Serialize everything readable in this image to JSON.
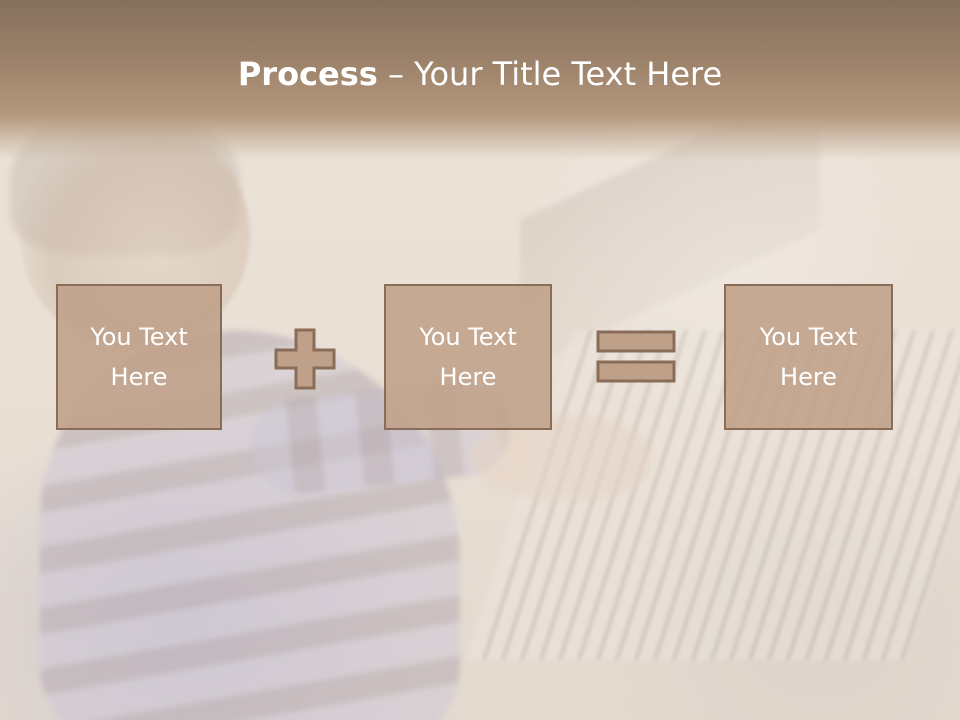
{
  "slide": {
    "title_bold": "Process",
    "title_rest": " – Your Title Text Here"
  },
  "process": {
    "boxes": [
      {
        "label": "You Text Here"
      },
      {
        "label": "You Text Here"
      },
      {
        "label": "You Text Here"
      }
    ],
    "operators": [
      "plus-icon",
      "equals-icon"
    ]
  },
  "colors": {
    "title_band": "#9a8068",
    "box_fill": "#bfa089",
    "box_border": "#8a6d59",
    "text": "#ffffff"
  }
}
